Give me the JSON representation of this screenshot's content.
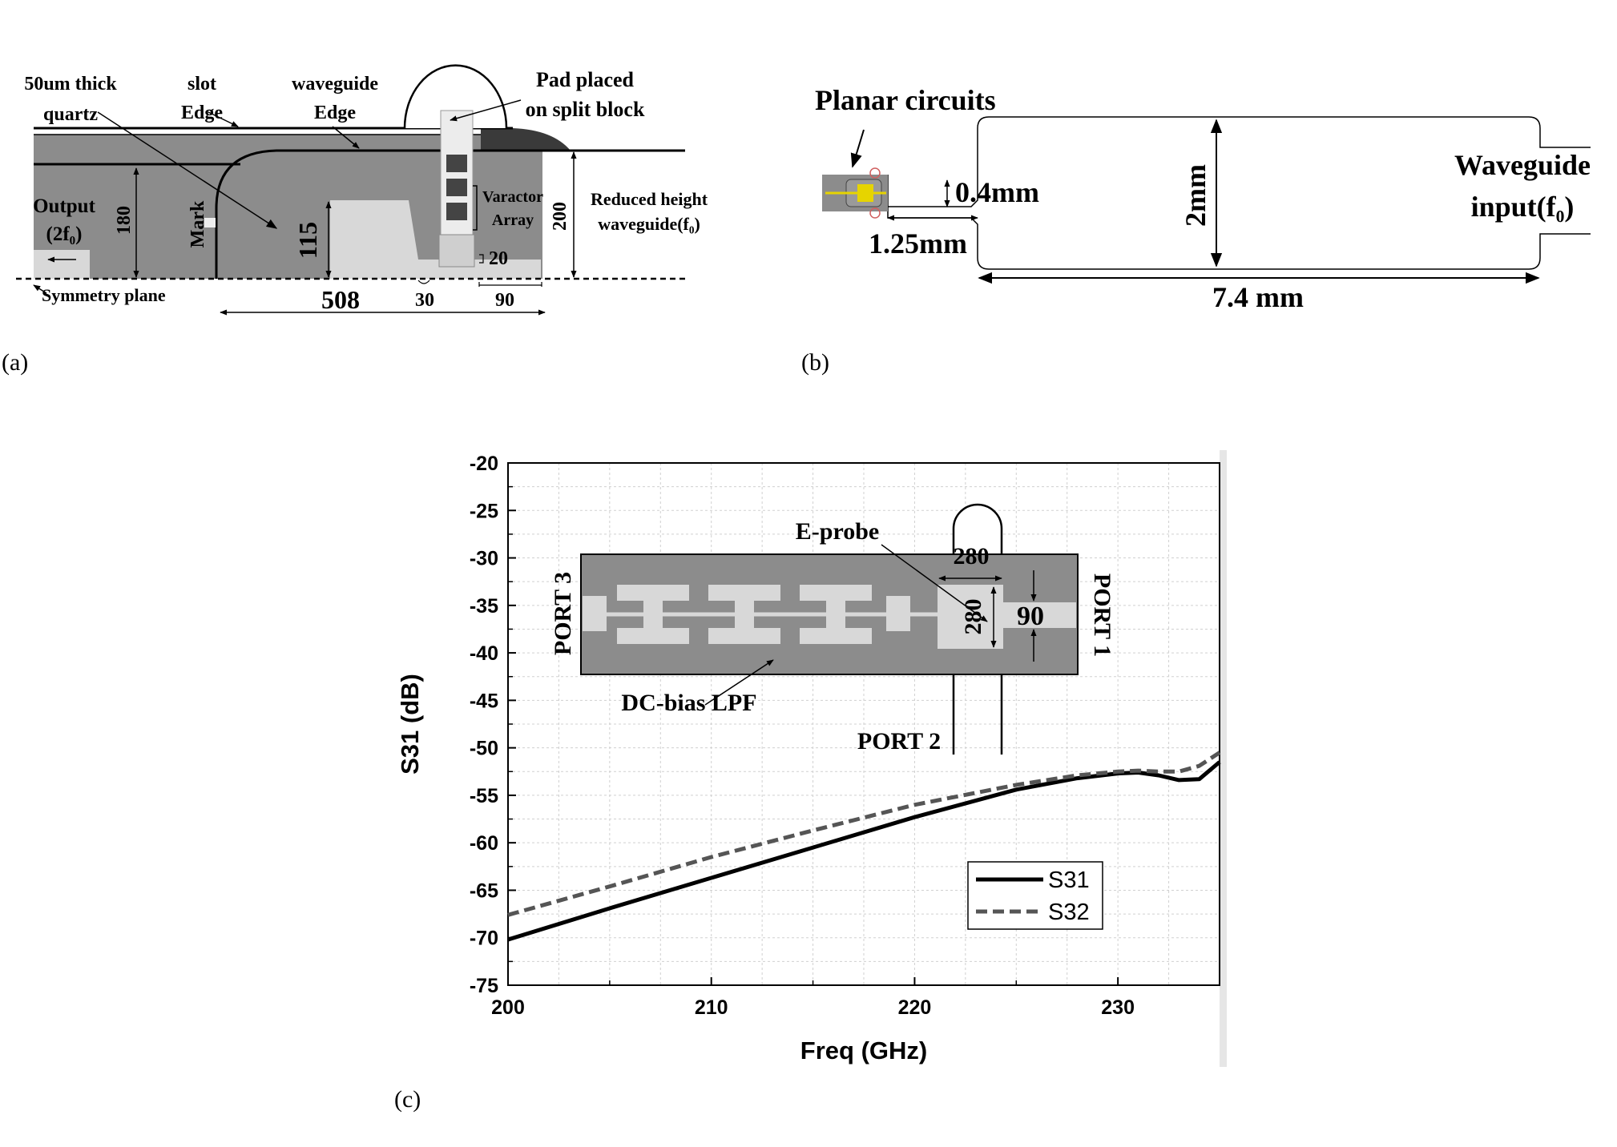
{
  "panel_a": {
    "caption": "(a)",
    "labels": {
      "quartz_1": "50um thick",
      "quartz_2": "quartz",
      "slot_1": "slot",
      "slot_2": "Edge",
      "wg_1": "waveguide",
      "wg_2": "Edge",
      "pad_1": "Pad placed",
      "pad_2": "on split block",
      "output_1": "Output",
      "output_2": "(2f₀)",
      "mark": "Mark",
      "varactor_1": "Varactor",
      "varactor_2": "Array",
      "reduced_1": "Reduced height",
      "reduced_2": "waveguide(f₀)",
      "symmetry": "Symmetry plane"
    },
    "dims": {
      "d180": "180",
      "d115": "115",
      "d200": "200",
      "d20": "20",
      "d508": "508",
      "d30": "30",
      "d90": "90"
    }
  },
  "panel_b": {
    "caption": "(b)",
    "labels": {
      "planar": "Planar circuits",
      "wg_input_1": "Waveguide",
      "wg_input_2": "input(f₀)"
    },
    "dims": {
      "d04": "0.4mm",
      "d125": "1.25mm",
      "d2": "2mm",
      "d74": "7.4 mm"
    }
  },
  "panel_c": {
    "caption": "(c)",
    "inset": {
      "eprobe": "E-probe",
      "dcbias": "DC-bias LPF",
      "port1": "PORT 1",
      "port2": "PORT 2",
      "port3": "PORT 3",
      "d280a": "280",
      "d280b": "280",
      "d90": "90"
    }
  },
  "chart_data": {
    "type": "line",
    "title": "",
    "xlabel": "Freq (GHz)",
    "ylabel": "S31 (dB)",
    "xlim": [
      200,
      235
    ],
    "ylim": [
      -75,
      -20
    ],
    "xticks": [
      200,
      210,
      220,
      230
    ],
    "yticks": [
      -20,
      -25,
      -30,
      -35,
      -40,
      -45,
      -50,
      -55,
      -60,
      -65,
      -70,
      -75
    ],
    "grid": true,
    "legend_position": "bottom-right",
    "series": [
      {
        "name": "S31",
        "style": "solid",
        "color": "#000000",
        "x": [
          200,
          205,
          210,
          215,
          220,
          225,
          228,
          230,
          231,
          232,
          233,
          234,
          235
        ],
        "y": [
          -70.2,
          -66.9,
          -63.7,
          -60.5,
          -57.3,
          -54.4,
          -53.2,
          -52.7,
          -52.6,
          -52.9,
          -53.4,
          -53.3,
          -51.5
        ]
      },
      {
        "name": "S32",
        "style": "dashed",
        "color": "#555555",
        "x": [
          200,
          205,
          210,
          215,
          220,
          225,
          228,
          230,
          231,
          232,
          233,
          234,
          235
        ],
        "y": [
          -67.6,
          -64.6,
          -61.5,
          -58.7,
          -56.0,
          -53.9,
          -52.9,
          -52.5,
          -52.4,
          -52.5,
          -52.5,
          -51.9,
          -50.5
        ]
      }
    ]
  }
}
